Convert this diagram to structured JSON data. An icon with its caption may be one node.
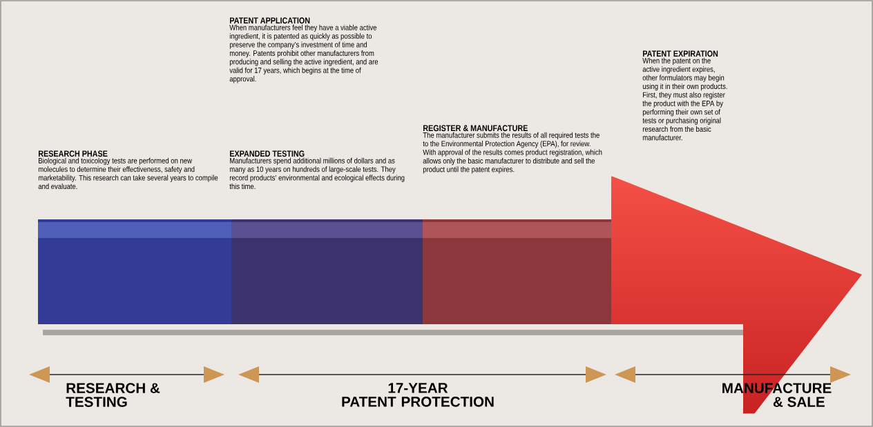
{
  "diagram": {
    "labels": [
      "PATENT APPLICATION",
      "When manufacturers feel they have a viable active ingredient, it is patented as quickly as possible to preserve the company's investment of time and money. Patents prohibit other manufacturers from producing and selling the active ingredient, and are valid for 17 years, which begins at the time of approval.",
      "RESEARCH PHASE",
      "Biological and toxicology tests are performed on new molecules to determine their effectiveness, safety and marketability. This research can take several years to compile and evaluate.",
      "EXPANDED TESTING",
      "Manufacturers spend additional millions of dollars and as many as 10 years on hundreds of large-scale tests. They record products' environmental and ecological effects during this time.",
      "REGISTER & MANUFACTURE",
      "The manufacturer submits the results of all required tests the to the Environmental Protection Agency (EPA), for review. With approval of the results comes product registration, which allows only the basic manufacturer to distribute and sell the product until the patent expires.",
      "PATENT EXPIRATION",
      "When the patent on the active ingredient expires, other formulators may begin using it in their own products. First, they must also register the product with the EPA by performing their own set of tests or purchasing original research from the basic manufacturer.",
      "RESEARCH & TESTING",
      "17-YEAR PATENT PROTECTION",
      "MANUFACTURE & SALE"
    ]
  }
}
